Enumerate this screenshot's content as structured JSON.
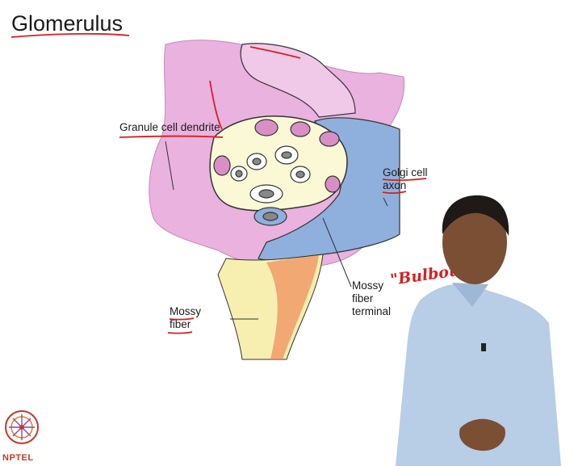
{
  "slide": {
    "title": "Glomerulus",
    "labels": {
      "granule_dendrite": "Granule cell dendrite",
      "golgi_line1": "Golgi cell",
      "golgi_line2": "axon",
      "mossy_line1": "Mossy",
      "mossy_line2": "fiber",
      "terminal_line1": "Mossy",
      "terminal_line2": "fiber",
      "terminal_line3": "terminal"
    },
    "annotation": "\"Bulbous\"",
    "annotation_color": "#d62020"
  },
  "branding": {
    "logo_text": "NPTEL",
    "logo_color": "#c0392b"
  },
  "colors": {
    "dendrite": "#e9b2df",
    "mossy_fiber": "#f6efb0",
    "golgi_axon": "#8fb0dc",
    "terminal": "#fbf8d6"
  }
}
